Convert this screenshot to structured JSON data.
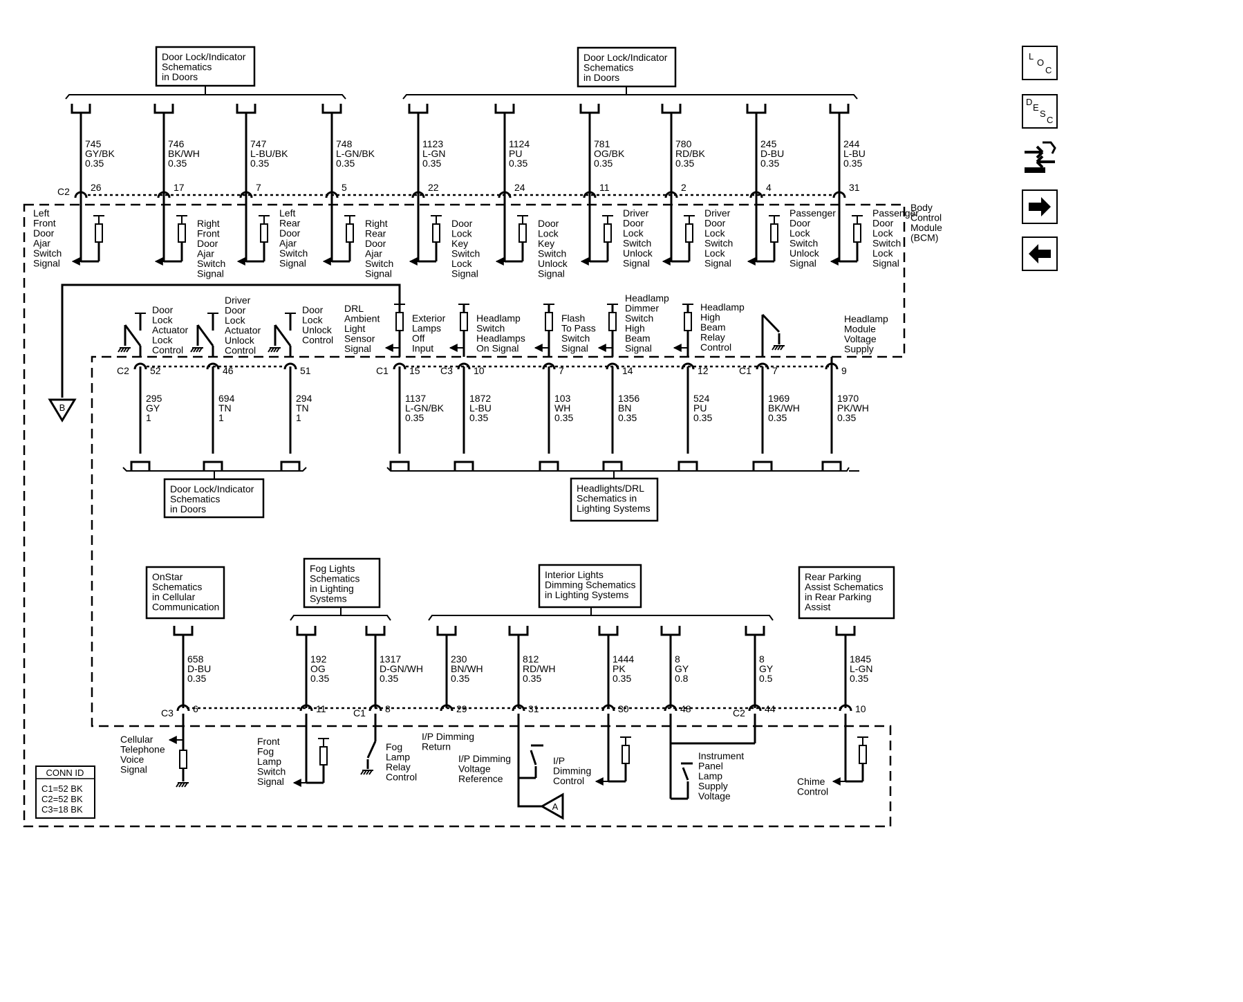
{
  "refs": {
    "top_left": [
      "Door Lock/Indicator",
      "Schematics",
      "in Doors"
    ],
    "top_right": [
      "Door Lock/Indicator",
      "Schematics",
      "in Doors"
    ],
    "mid_left": [
      "Door Lock/Indicator",
      "Schematics",
      "in Doors"
    ],
    "mid_right": [
      "Headlights/DRL",
      "Schematics in",
      "Lighting Systems"
    ],
    "onstar": [
      "OnStar",
      "Schematics",
      "in Cellular",
      "Communication"
    ],
    "fog": [
      "Fog Lights",
      "Schematics",
      "in Lighting",
      "Systems"
    ],
    "interior": [
      "Interior Lights",
      "Dimming Schematics",
      "in Lighting Systems"
    ],
    "rear_park": [
      "Rear Parking",
      "Assist Schematics",
      "in Rear Parking",
      "Assist"
    ]
  },
  "module": {
    "label": [
      "Body",
      "Control",
      "Module",
      "(BCM)"
    ]
  },
  "top_circuits": [
    {
      "circuit": "745",
      "color": "GY/BK",
      "size": "0.35",
      "pin": "26",
      "connector": "C2",
      "label": [
        "Left",
        "Front",
        "Door",
        "Ajar",
        "Switch",
        "Signal"
      ]
    },
    {
      "circuit": "746",
      "color": "BK/WH",
      "size": "0.35",
      "pin": "17",
      "connector": "",
      "label": [
        "Right",
        "Front",
        "Door",
        "Ajar",
        "Switch",
        "Signal"
      ]
    },
    {
      "circuit": "747",
      "color": "L-BU/BK",
      "size": "0.35",
      "pin": "7",
      "connector": "",
      "label": [
        "Left",
        "Rear",
        "Door",
        "Ajar",
        "Switch",
        "Signal"
      ]
    },
    {
      "circuit": "748",
      "color": "L-GN/BK",
      "size": "0.35",
      "pin": "5",
      "connector": "",
      "label": [
        "Right",
        "Rear",
        "Door",
        "Ajar",
        "Switch",
        "Signal"
      ]
    },
    {
      "circuit": "1123",
      "color": "L-GN",
      "size": "0.35",
      "pin": "22",
      "connector": "",
      "label": [
        "Door",
        "Lock",
        "Key",
        "Switch",
        "Lock",
        "Signal"
      ]
    },
    {
      "circuit": "1124",
      "color": "PU",
      "size": "0.35",
      "pin": "24",
      "connector": "",
      "label": [
        "Door",
        "Lock",
        "Key",
        "Switch",
        "Unlock",
        "Signal"
      ]
    },
    {
      "circuit": "781",
      "color": "OG/BK",
      "size": "0.35",
      "pin": "11",
      "connector": "",
      "label": [
        "Driver",
        "Door",
        "Lock",
        "Switch",
        "Unlock",
        "Signal"
      ]
    },
    {
      "circuit": "780",
      "color": "RD/BK",
      "size": "0.35",
      "pin": "2",
      "connector": "",
      "label": [
        "Driver",
        "Door",
        "Lock",
        "Switch",
        "Lock",
        "Signal"
      ]
    },
    {
      "circuit": "245",
      "color": "D-BU",
      "size": "0.35",
      "pin": "4",
      "connector": "",
      "label": [
        "Passenger",
        "Door",
        "Lock",
        "Switch",
        "Unlock",
        "Signal"
      ]
    },
    {
      "circuit": "244",
      "color": "L-BU",
      "size": "0.35",
      "pin": "31",
      "connector": "",
      "label": [
        "Passenger",
        "Door",
        "Lock",
        "Switch",
        "Lock",
        "Signal"
      ]
    }
  ],
  "mid_circuits": [
    {
      "circuit": "295",
      "color": "GY",
      "size": "1",
      "pin": "52",
      "connector": "C2",
      "label": [
        "Door",
        "Lock",
        "Actuator",
        "Lock",
        "Control"
      ]
    },
    {
      "circuit": "694",
      "color": "TN",
      "size": "1",
      "pin": "46",
      "connector": "",
      "label": [
        "Driver",
        "Door",
        "Lock",
        "Actuator",
        "Unlock",
        "Control"
      ]
    },
    {
      "circuit": "294",
      "color": "TN",
      "size": "1",
      "pin": "51",
      "connector": "",
      "label": [
        "Door",
        "Lock",
        "Unlock",
        "Control"
      ]
    },
    {
      "circuit": "1137",
      "color": "L-GN/BK",
      "size": "0.35",
      "pin": "15",
      "connector": "C1",
      "label": [
        "Exterior",
        "Lamps",
        "Off",
        "Input"
      ]
    },
    {
      "circuit": "1872",
      "color": "L-BU",
      "size": "0.35",
      "pin": "10",
      "connector": "C3",
      "label": [
        "Headlamp",
        "Switch",
        "Headlamps",
        "On Signal"
      ]
    },
    {
      "circuit": "103",
      "color": "WH",
      "size": "0.35",
      "pin": "7",
      "connector": "",
      "label": [
        "Flash",
        "To Pass",
        "Switch",
        "Signal"
      ]
    },
    {
      "circuit": "1356",
      "color": "BN",
      "size": "0.35",
      "pin": "14",
      "connector": "",
      "label": [
        "Headlamp",
        "Dimmer",
        "Switch",
        "High",
        "Beam",
        "Signal"
      ]
    },
    {
      "circuit": "524",
      "color": "PU",
      "size": "0.35",
      "pin": "12",
      "connector": "",
      "label": [
        "Headlamp",
        "High",
        "Beam",
        "Relay",
        "Control"
      ]
    },
    {
      "circuit": "1969",
      "color": "BK/WH",
      "size": "0.35",
      "pin": "7",
      "connector": "C1",
      "label": []
    },
    {
      "circuit": "1970",
      "color": "PK/WH",
      "size": "0.35",
      "pin": "9",
      "connector": "",
      "label": [
        "Headlamp",
        "Module",
        "Voltage",
        "Supply"
      ]
    }
  ],
  "drl_label": [
    "DRL",
    "Ambient",
    "Light",
    "Sensor",
    "Signal"
  ],
  "bottom_circuits": [
    {
      "circuit": "658",
      "color": "D-BU",
      "size": "0.35",
      "pin": "6",
      "connector": "C3",
      "label": [
        "Cellular",
        "Telephone",
        "Voice",
        "Signal"
      ]
    },
    {
      "circuit": "192",
      "color": "OG",
      "size": "0.35",
      "pin": "11",
      "connector": "",
      "label": [
        "Front",
        "Fog",
        "Lamp",
        "Switch",
        "Signal"
      ]
    },
    {
      "circuit": "1317",
      "color": "D-GN/WH",
      "size": "0.35",
      "pin": "8",
      "connector": "C1",
      "label": [
        "Fog",
        "Lamp",
        "Relay",
        "Control"
      ]
    },
    {
      "circuit": "230",
      "color": "BN/WH",
      "size": "0.35",
      "pin": "29",
      "connector": "",
      "label": [
        "I/P Dimming",
        "Return"
      ]
    },
    {
      "circuit": "812",
      "color": "RD/WH",
      "size": "0.35",
      "pin": "31",
      "connector": "",
      "label": [
        "I/P Dimming",
        "Voltage",
        "Reference"
      ]
    },
    {
      "circuit": "1444",
      "color": "PK",
      "size": "0.35",
      "pin": "30",
      "connector": "",
      "label": [
        "I/P",
        "Dimming",
        "Control"
      ]
    },
    {
      "circuit": "8",
      "color": "GY",
      "size": "0.8",
      "pin": "48",
      "connector": "",
      "label": [
        "Instrument",
        "Panel",
        "Lamp",
        "Supply",
        "Voltage"
      ]
    },
    {
      "circuit": "8",
      "color": "GY",
      "size": "0.5",
      "pin": "44",
      "connector": "C2",
      "label": []
    },
    {
      "circuit": "1845",
      "color": "L-GN",
      "size": "0.35",
      "pin": "10",
      "connector": "",
      "label": [
        "Chime",
        "Control"
      ]
    }
  ],
  "offpage": {
    "b": "B",
    "a": "A"
  },
  "conn_id": {
    "title": "CONN ID",
    "rows": [
      "C1=52 BK",
      "C2=52 BK",
      "C3=18 BK"
    ]
  },
  "nav": {
    "loc": [
      "L",
      "O",
      "C"
    ],
    "desc": [
      "D",
      "E",
      "S",
      "C"
    ]
  }
}
